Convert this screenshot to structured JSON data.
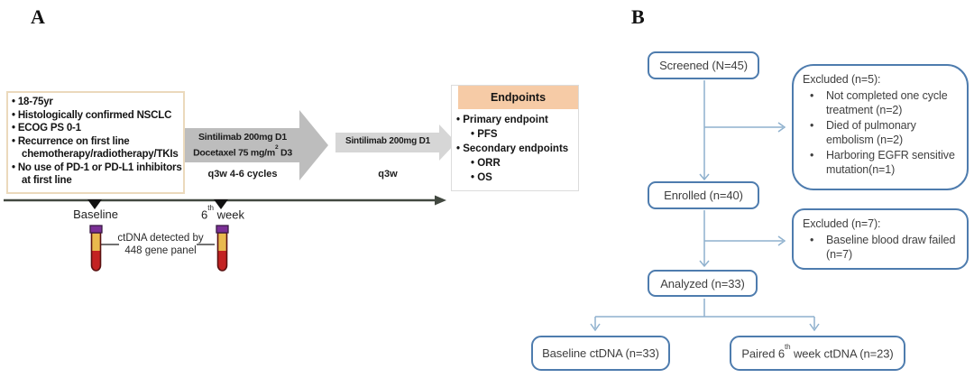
{
  "panelA": {
    "label": "A",
    "criteria": {
      "items": [
        "18-75yr",
        "Histologically confirmed NSCLC",
        "ECOG PS 0-1",
        "Recurrence on first line chemotherapy/radiotherapy/TKIs",
        "No use of PD-1 or PD-L1 inhibitors at first line"
      ]
    },
    "arrow1": {
      "line1": "Sintilimab 200mg D1",
      "line2_prefix": "Docetaxel 75 mg/m",
      "line2_sup": "2",
      "line2_suffix": " D3",
      "schedule": "q3w 4-6 cycles"
    },
    "arrow2": {
      "line1": "Sintilimab 200mg D1",
      "schedule": "q3w"
    },
    "endpoints": {
      "header": "Endpoints",
      "primary": {
        "label": "Primary endpoint",
        "sub": [
          "PFS"
        ]
      },
      "secondary": {
        "label": "Secondary endpoints",
        "sub": [
          "ORR",
          "OS"
        ]
      }
    },
    "timeline": {
      "baseline_label": "Baseline",
      "week6_prefix": "6",
      "week6_sup": "th",
      "week6_suffix": " week",
      "ctdna_line1": "ctDNA detected by",
      "ctdna_line2": "448 gene panel"
    }
  },
  "panelB": {
    "label": "B",
    "boxes": {
      "screened": "Screened (N=45)",
      "enrolled": "Enrolled (n=40)",
      "analyzed": "Analyzed (n=33)",
      "baseline_ctdna": "Baseline ctDNA (n=33)",
      "paired_prefix": "Paired 6",
      "paired_sup": "th",
      "paired_suffix": " week ctDNA (n=23)",
      "excluded5": {
        "title": "Excluded (n=5):",
        "items": [
          "Not completed one cycle treatment (n=2)",
          "Died of pulmonary embolism (n=2)",
          "Harboring EGFR sensitive mutation(n=1)"
        ]
      },
      "excluded7": {
        "title": "Excluded (n=7):",
        "items": [
          "Baseline blood draw failed (n=7)"
        ]
      }
    }
  },
  "icons": {
    "blood_tube": "blood-collection-tube-icon",
    "treatment_arrow": "right-arrow-shape",
    "timeline_marker": "down-triangle-marker"
  },
  "colors": {
    "flow_border_blue": "#4E7CAE",
    "connector_blue": "#8FB1CE",
    "arrow1_gray": "#BDBDBD",
    "arrow2_gray": "#D6D6D6",
    "endpoints_header_peach": "#F6CBA6",
    "criteria_border_tan": "#EBD9BC",
    "timeline_line": "#424840",
    "tube_cap_purple": "#7B2F96",
    "tube_serum_amber": "#E9B94E",
    "tube_blood_red": "#C32222"
  }
}
